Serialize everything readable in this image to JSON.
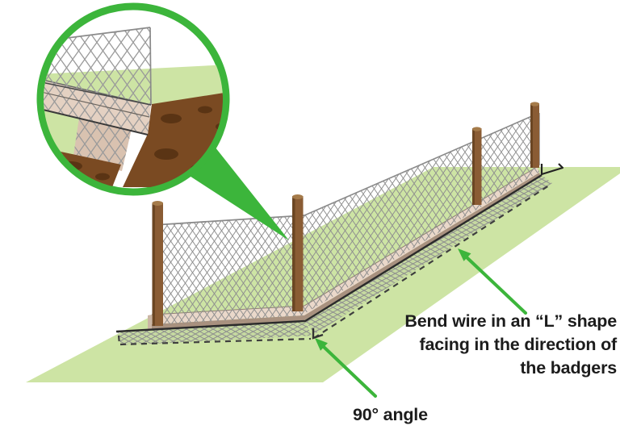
{
  "diagram": {
    "labels": {
      "bend_line1": "Bend wire in an “L” shape",
      "bend_line2": "facing in the direction of",
      "bend_line3": "the badgers",
      "angle": "90° angle"
    },
    "colors": {
      "accent_green": "#3cb53b",
      "grass_green": "#cde4a4",
      "soil_brown": "#7a4a22",
      "soil_dark_brown": "#5a3414",
      "post_brown": "#8a5c34",
      "mesh_gray": "#8f8f8f",
      "strip_tan": "#ead8ca",
      "label_text": "#1c1c1c"
    },
    "elements": {
      "posts_count": 4,
      "magnifier_inset": "close-up of wire mesh bent into L-shape buried at fence base",
      "dashed_outline": "extent of L-shaped wire flap on ground",
      "angle_mark": "right-angle mark at flap corner"
    }
  }
}
